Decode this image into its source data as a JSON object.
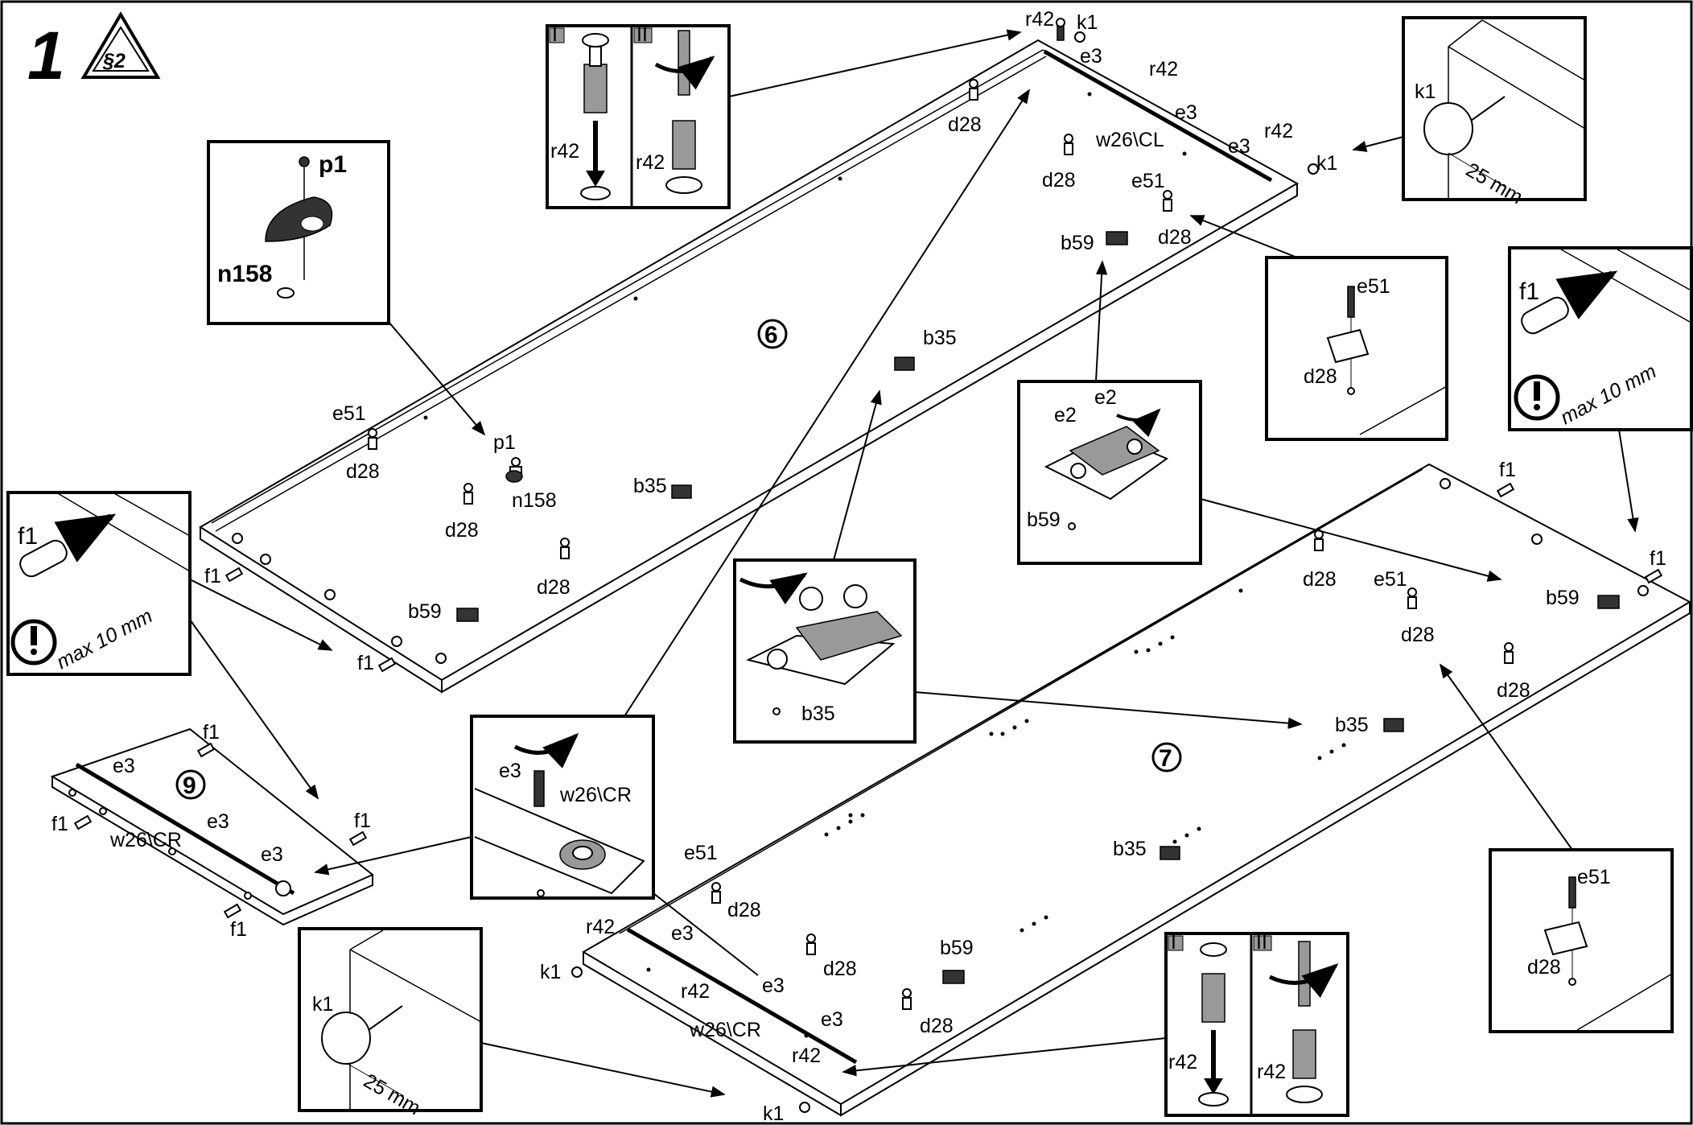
{
  "step": {
    "number": "1",
    "badge": "§2"
  },
  "panels": {
    "six": "6",
    "seven": "7",
    "nine": "9"
  },
  "parts": {
    "r42": "r42",
    "k1": "k1",
    "e3": "e3",
    "d28": "d28",
    "w26cl": "w26\\CL",
    "w26cr": "w26\\CR",
    "e51": "e51",
    "b59": "b59",
    "b35": "b35",
    "p1": "p1",
    "n158": "n158",
    "f1": "f1",
    "e2": "e2"
  },
  "detail_text": {
    "step_one": "I",
    "step_two": "II",
    "dist_25": "25 mm",
    "max_10": "max 10 mm"
  },
  "icons": [
    "warning-exclamation-icon",
    "rotate-arrow-icon",
    "push-arrow-icon",
    "step-triangle-icon"
  ]
}
